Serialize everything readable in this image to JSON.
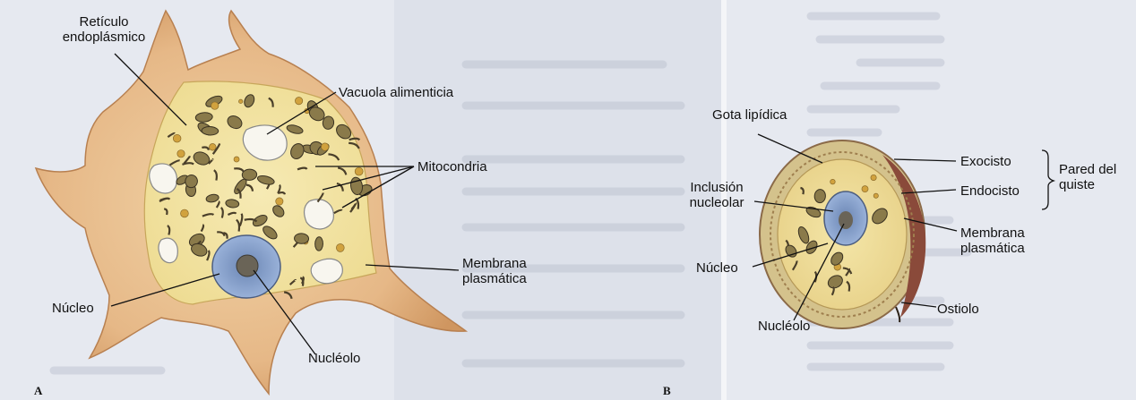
{
  "panels": {
    "a": "A",
    "b": "B"
  },
  "cell_a": {
    "retic1": "Retículo",
    "retic2": "endoplásmico",
    "vacuola": "Vacuola alimenticia",
    "mito": "Mitocondria",
    "memb1": "Membrana",
    "memb2": "plasmática",
    "nucleo": "Núcleo",
    "nucleolo": "Nucléolo"
  },
  "cell_b": {
    "gota": "Gota lipídica",
    "incl1": "Inclusión",
    "incl2": "nucleolar",
    "exocisto": "Exocisto",
    "endocisto": "Endocisto",
    "pared1": "Pared del",
    "pared2": "quiste",
    "memb1": "Membrana",
    "memb2": "plasmática",
    "nucleo": "Núcleo",
    "ostiolo": "Ostiolo",
    "nucleolo": "Nucléolo"
  },
  "colors": {
    "cyto_outer": "#e3b47f",
    "cyto_inner": "#f2e4a4",
    "nucleus": "#7e9bc8",
    "nucleolus": "#6c6860",
    "cyst_wall": "#8e5a48",
    "page": "#e6e9f0"
  }
}
